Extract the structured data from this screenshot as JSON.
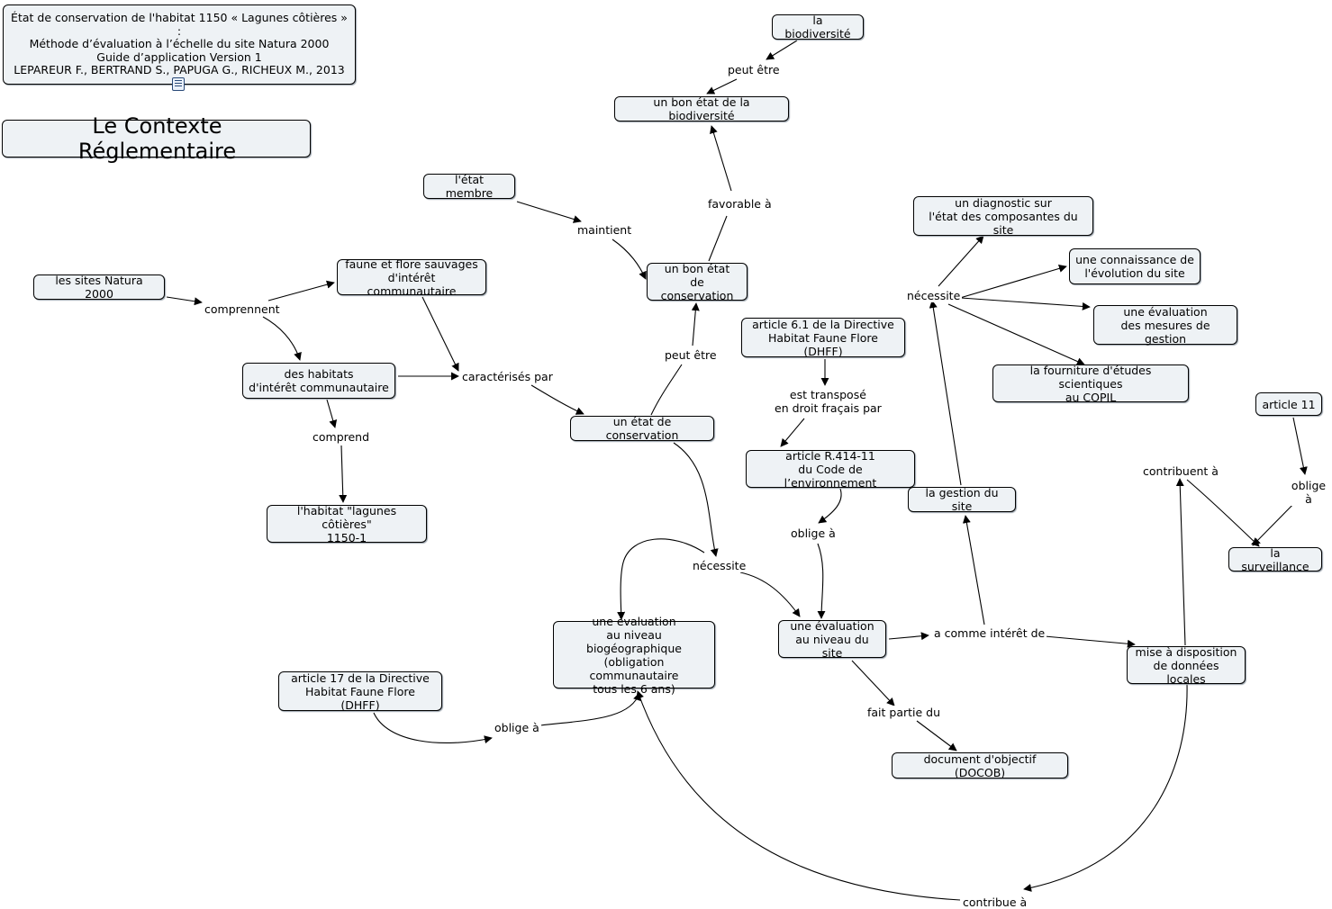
{
  "reference": "État de conservation de l'habitat 1150 « Lagunes côtières » :\nMéthode d’évaluation à l’échelle du site Natura 2000\nGuide d’application Version 1\nLEPAREUR F., BERTRAND S., PAPUGA G., RICHEUX M., 2013",
  "title": "Le Contexte Réglementaire",
  "concepts": {
    "biodiversite": "la biodiversité",
    "bon_etat_biodiv": "un bon état de la biodiversité",
    "etat_membre": "l'état membre",
    "bon_etat_conservation": "un bon état\nde conservation",
    "sites_natura": "les sites Natura 2000",
    "faune_flore": "faune et flore sauvages\nd'intérêt communautaire",
    "habitats": "des habitats\nd'intérêt communautaire",
    "habitat_lagunes": "l'habitat \"lagunes côtières\"\n1150-1",
    "etat_conservation": "un état de conservation",
    "article_61": "article 6.1 de la Directive\nHabitat Faune Flore (DHFF)",
    "article_r414": "article R.414-11\ndu Code de l’environnement",
    "diagnostic": "un diagnostic sur\nl'état des composantes du site",
    "connaissance": "une connaissance de\nl'évolution du site",
    "evaluation_mesures": "une évaluation\ndes mesures de gestion",
    "fourniture": "la fourniture d'études scientiques\nau COPIL",
    "gestion_site": "la gestion du site",
    "article_11": "article 11",
    "surveillance": "la surveillance",
    "eval_biogeo": "une évaluation\nau niveau biogéographique\n(obligation communautaire\ntous les 6 ans)",
    "article_17": "article 17 de la Directive\nHabitat Faune Flore (DHFF)",
    "eval_site": "une évaluation\nau niveau du site",
    "mise_disposition": "mise à disposition\nde données locales",
    "docob": "document d'objectif (DOCOB)"
  },
  "linking_phrases": {
    "peut_etre_1": "peut être",
    "favorable": "favorable à",
    "maintient": "maintient",
    "comprennent": "comprennent",
    "caracterises": "caractérisés par",
    "comprend": "comprend",
    "peut_etre_2": "peut être",
    "transpose": "est transposé\nen droit fraçais par",
    "necessite_1": "nécessite",
    "oblige_1": "oblige à",
    "necessite_2": "nécessite",
    "contribuent": "contribuent à",
    "oblige_2": "oblige à",
    "oblige_3": "oblige à",
    "interet": "a comme intérêt de",
    "fait_partie": "fait partie du",
    "contribue": "contribue à"
  },
  "icons": {
    "attachment": "document-icon"
  },
  "colors": {
    "node_fill": "#eef2f5",
    "node_border": "#000000",
    "edge": "#000000"
  }
}
